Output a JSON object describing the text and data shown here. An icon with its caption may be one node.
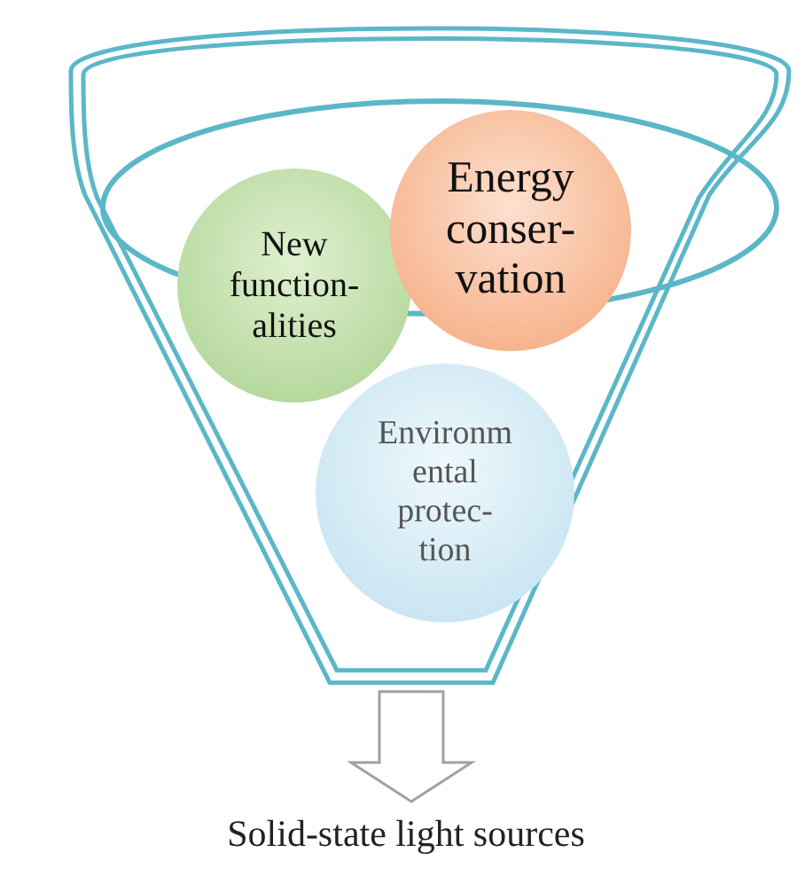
{
  "diagram": {
    "nodes": [
      {
        "text": [],
        "shape": "funnel"
      },
      {
        "text": [
          "New function- alities"
        ],
        "in": 0
      },
      {
        "text": [
          "Energy conser- vation"
        ],
        "in": 0
      },
      {
        "text": [
          "Environm ental protec- tion"
        ],
        "in": 0
      },
      {
        "text": [
          "Solid-state light sources"
        ]
      }
    ],
    "edges": [
      {
        "from": 0,
        "to": 4,
        "arrow": "to"
      }
    ]
  }
}
